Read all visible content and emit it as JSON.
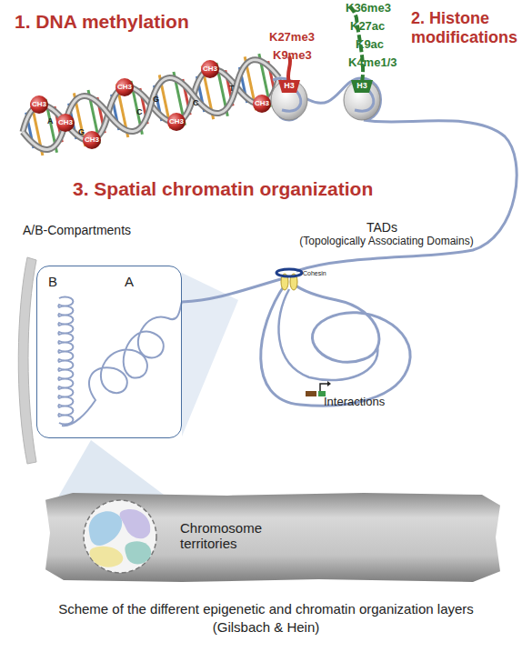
{
  "diagram": {
    "caption": "Scheme of the different epigenetic and chromatin organization layers (Gilsbach & Hein)",
    "nodes": [
      {
        "text": [
          "A/B-Compartments",
          "B",
          "A"
        ]
      },
      {
        "text": [
          "Chromosome territories"
        ]
      }
    ],
    "labels": [
      "1. DNA methylation",
      "2. Histone modifications",
      "3. Spatial chromatin organization",
      "TADs",
      "(Topologically Associating Domains)",
      "Cohesin",
      "Interactions",
      "K27me3",
      "K9me3",
      "H3",
      "K36me3",
      "K27ac",
      "K9ac",
      "K4me1/3",
      "H3",
      "CH3",
      "CH3",
      "CH3",
      "CH3",
      "CH3",
      "CH3",
      "CH3",
      "A",
      "G",
      "C",
      "G",
      "C",
      "T"
    ]
  }
}
